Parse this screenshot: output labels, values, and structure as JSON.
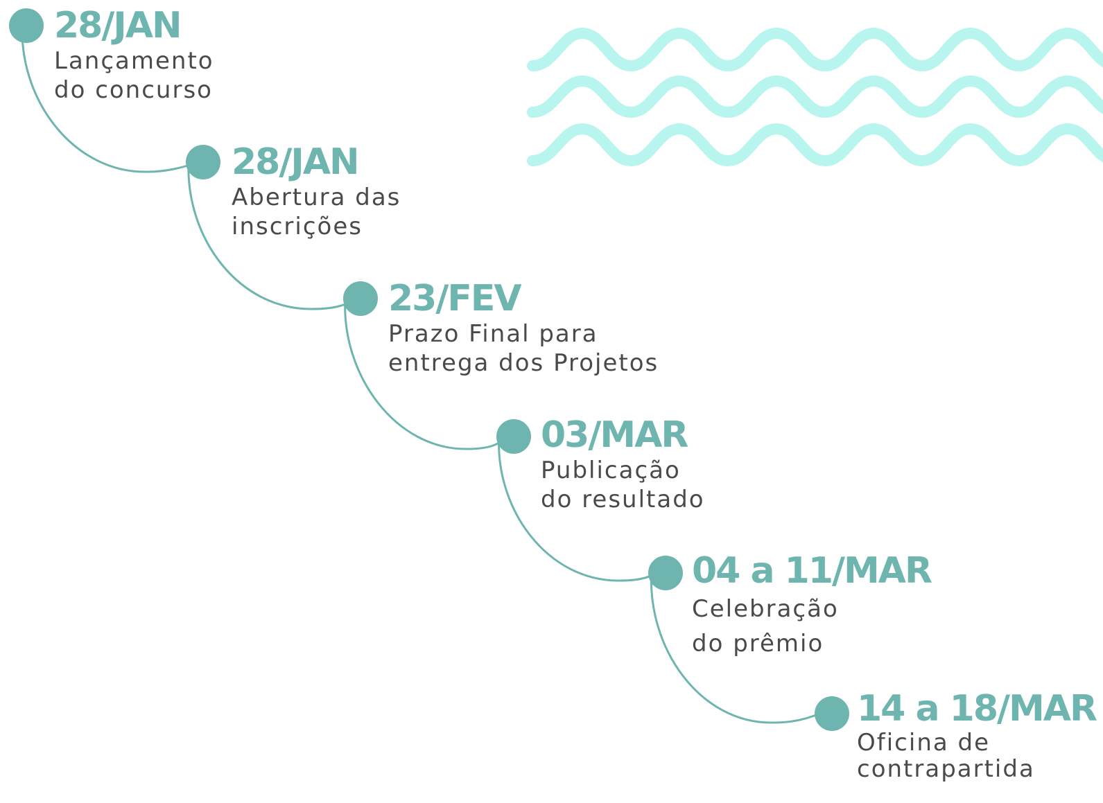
{
  "colors": {
    "accent": "#6db5ae",
    "wave": "#b8f5ee",
    "text": "#4a4a4a",
    "background": "#ffffff"
  },
  "timeline": {
    "steps": [
      {
        "date": "28/JAN",
        "lines": [
          "Lançamento",
          "do concurso"
        ]
      },
      {
        "date": "28/JAN",
        "lines": [
          "Abertura das",
          "inscrições"
        ]
      },
      {
        "date": "23/FEV",
        "lines": [
          "Prazo Final para",
          "entrega dos Projetos"
        ]
      },
      {
        "date": "03/MAR",
        "lines": [
          "Publicação",
          "do resultado"
        ]
      },
      {
        "date": "04 a 11/MAR",
        "lines": [
          "Celebração",
          "do prêmio"
        ]
      },
      {
        "date": "14 a 18/MAR",
        "lines": [
          "Oficina de",
          "contrapartida"
        ]
      }
    ]
  }
}
